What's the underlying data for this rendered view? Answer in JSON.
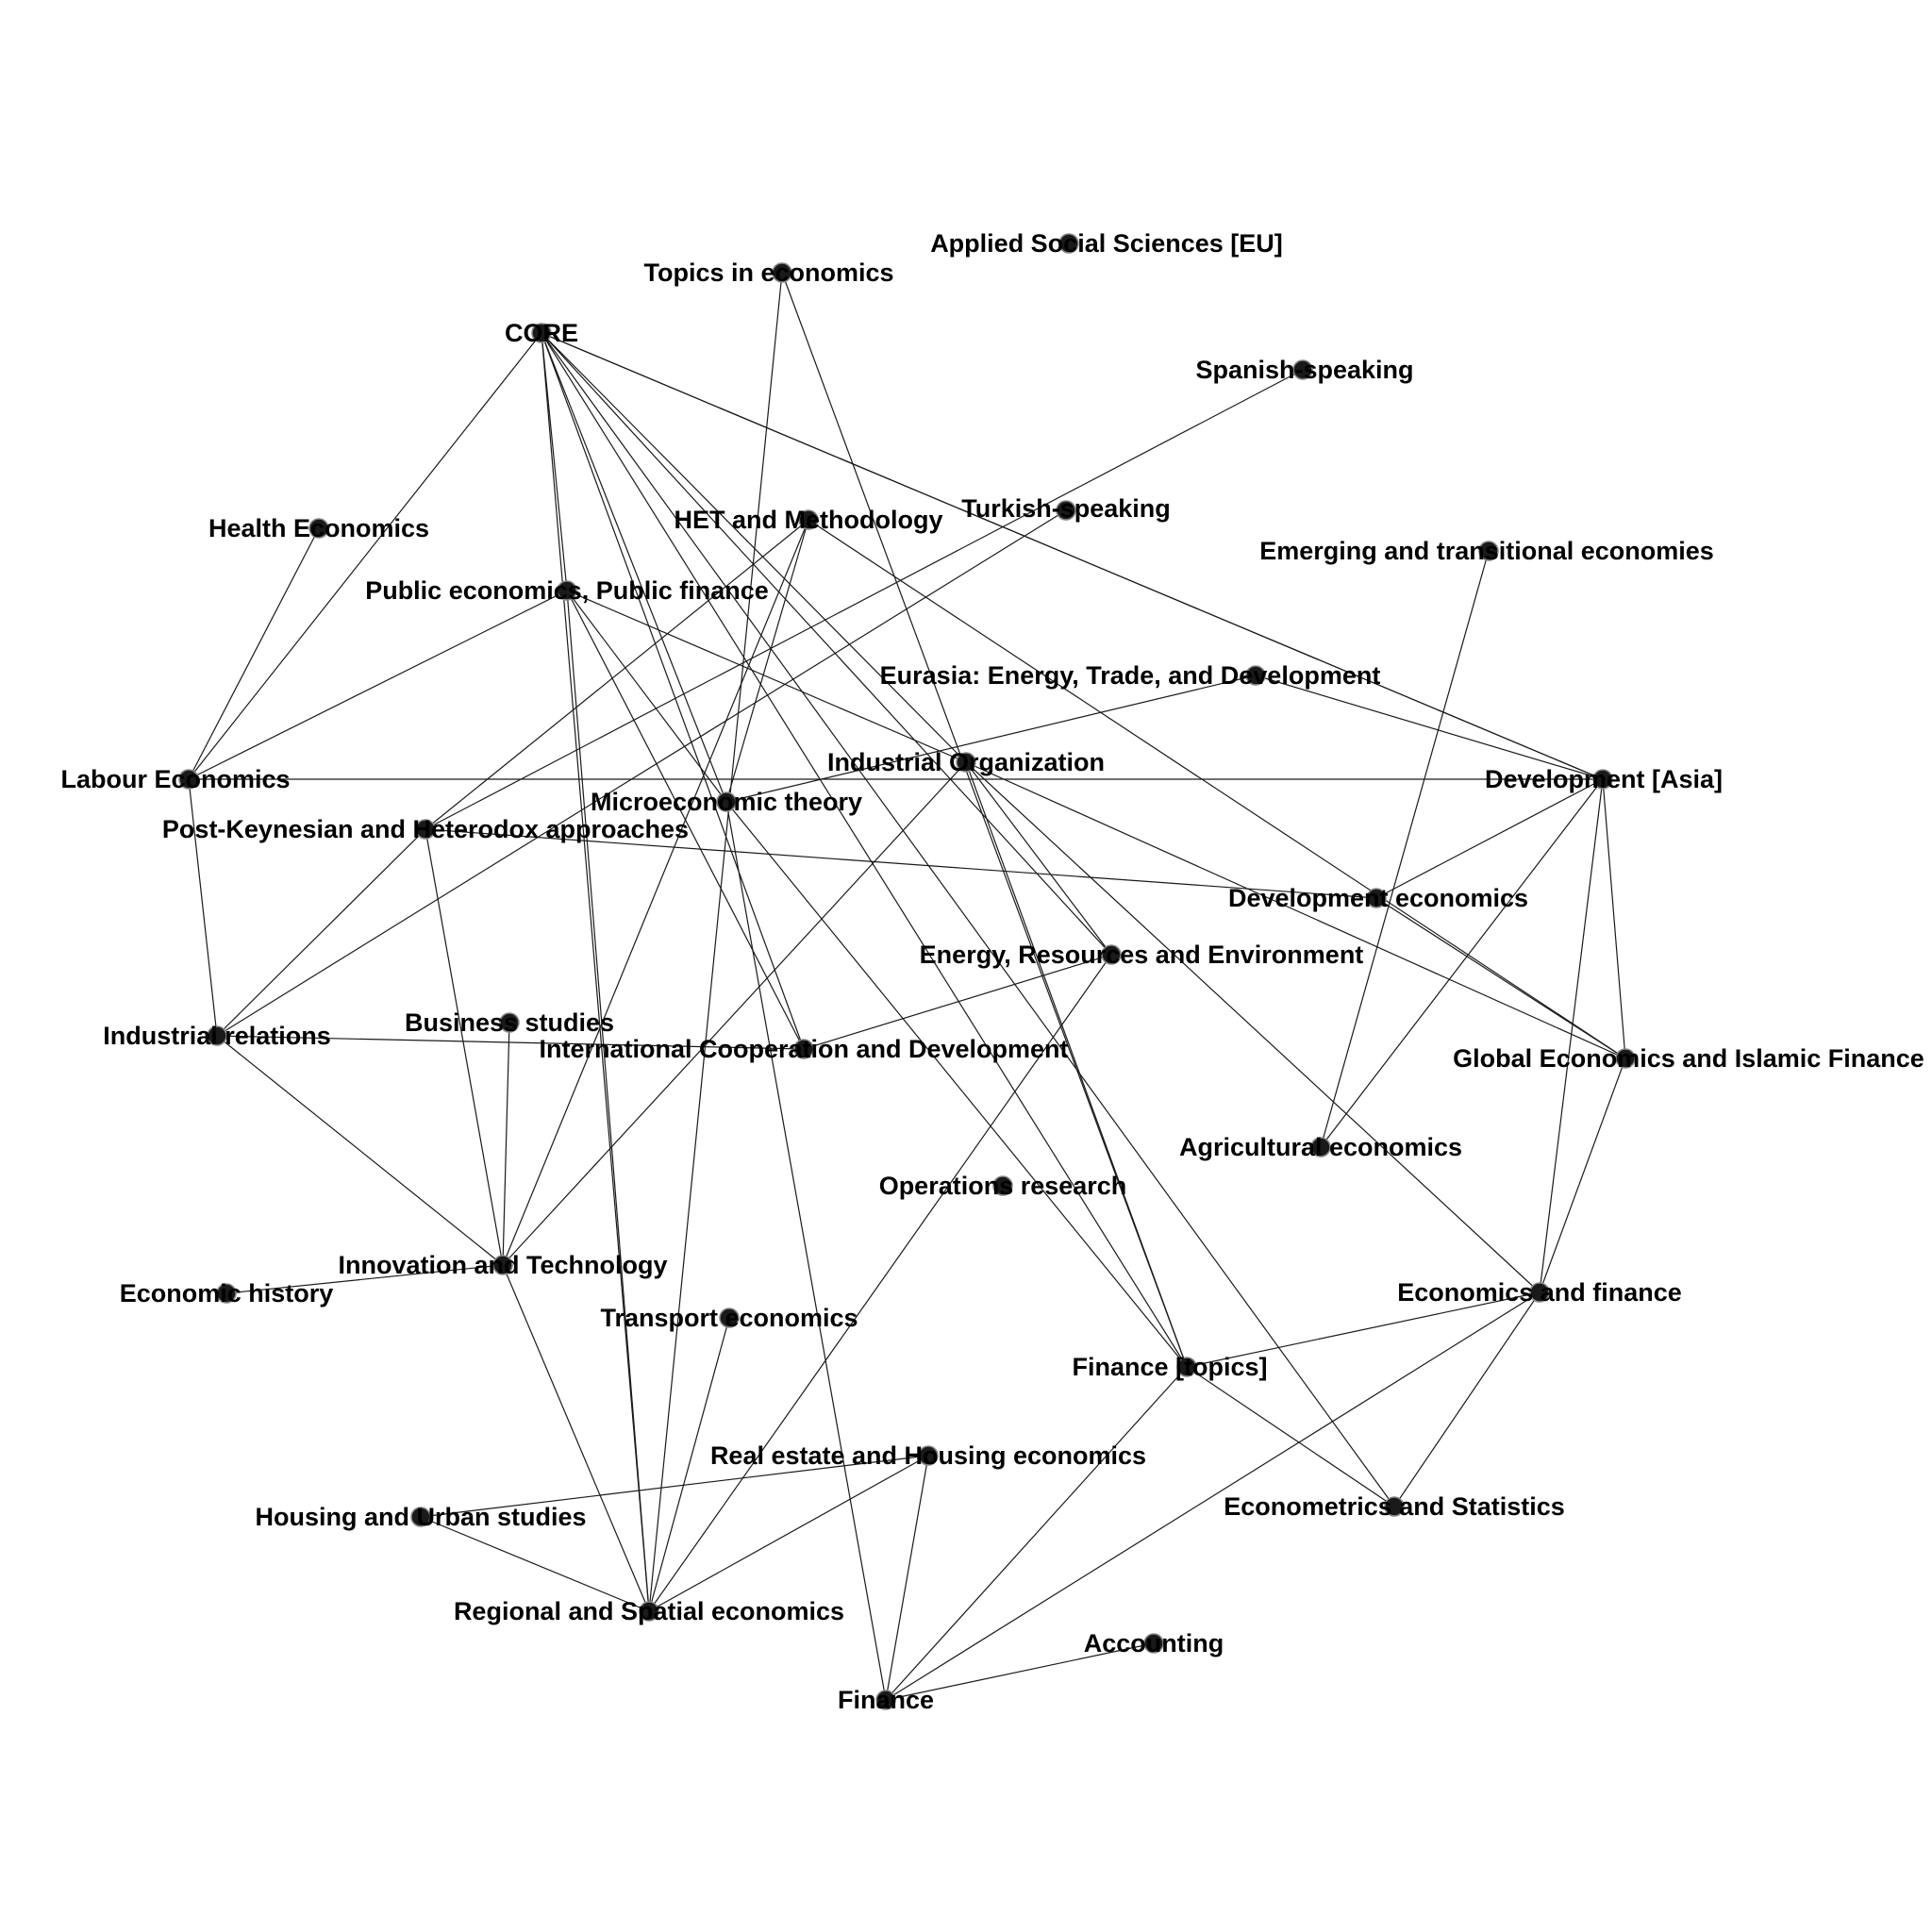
{
  "nodes": [
    {
      "id": "core",
      "label": "CORE"
    },
    {
      "id": "topics",
      "label": "Topics in economics"
    },
    {
      "id": "applied",
      "label": "Applied Social Sciences [EU]"
    },
    {
      "id": "spanish",
      "label": "Spanish-speaking"
    },
    {
      "id": "turkish",
      "label": "Turkish-speaking"
    },
    {
      "id": "emerging",
      "label": "Emerging and transitional economies"
    },
    {
      "id": "health",
      "label": "Health Economics"
    },
    {
      "id": "het",
      "label": "HET and Methodology"
    },
    {
      "id": "public",
      "label": "Public economics, Public finance"
    },
    {
      "id": "eurasia",
      "label": "Eurasia: Energy, Trade, and Development"
    },
    {
      "id": "labour",
      "label": "Labour Economics"
    },
    {
      "id": "indorg",
      "label": "Industrial Organization"
    },
    {
      "id": "micro",
      "label": "Microeconomic theory"
    },
    {
      "id": "devasia",
      "label": "Development [Asia]"
    },
    {
      "id": "postk",
      "label": "Post-Keynesian and Heterodox approaches"
    },
    {
      "id": "deveco",
      "label": "Development economics"
    },
    {
      "id": "energy",
      "label": "Energy, Resources and Environment"
    },
    {
      "id": "indrel",
      "label": "Industrial relations"
    },
    {
      "id": "business",
      "label": "Business studies"
    },
    {
      "id": "intcoop",
      "label": "International Cooperation and Development"
    },
    {
      "id": "global",
      "label": "Global Economics and Islamic Finance"
    },
    {
      "id": "agri",
      "label": "Agricultural economics"
    },
    {
      "id": "opres",
      "label": "Operations research"
    },
    {
      "id": "innov",
      "label": "Innovation and Technology"
    },
    {
      "id": "econhist",
      "label": "Economic history"
    },
    {
      "id": "econfin",
      "label": "Economics and finance"
    },
    {
      "id": "transport",
      "label": "Transport economics"
    },
    {
      "id": "fintopics",
      "label": "Finance [topics]"
    },
    {
      "id": "realestate",
      "label": "Real estate and Housing economics"
    },
    {
      "id": "housing",
      "label": "Housing and Urban studies"
    },
    {
      "id": "econometrics",
      "label": "Econometrics and Statistics"
    },
    {
      "id": "regional",
      "label": "Regional and Spatial economics"
    },
    {
      "id": "accounting",
      "label": "Accounting"
    },
    {
      "id": "finance",
      "label": "Finance"
    }
  ],
  "edges": [
    [
      "core",
      "labour"
    ],
    [
      "core",
      "public"
    ],
    [
      "core",
      "micro"
    ],
    [
      "core",
      "indorg"
    ],
    [
      "core",
      "energy"
    ],
    [
      "core",
      "devasia"
    ],
    [
      "core",
      "intcoop"
    ],
    [
      "core",
      "regional"
    ],
    [
      "core",
      "econometrics"
    ],
    [
      "core",
      "fintopics"
    ],
    [
      "topics",
      "regional"
    ],
    [
      "topics",
      "fintopics"
    ],
    [
      "spanish",
      "postk"
    ],
    [
      "turkish",
      "indrel"
    ],
    [
      "emerging",
      "agri"
    ],
    [
      "devasia",
      "agri"
    ],
    [
      "health",
      "labour"
    ],
    [
      "het",
      "micro"
    ],
    [
      "het",
      "innov"
    ],
    [
      "het",
      "global"
    ],
    [
      "het",
      "postk"
    ],
    [
      "public",
      "labour"
    ],
    [
      "public",
      "micro"
    ],
    [
      "public",
      "intcoop"
    ],
    [
      "public",
      "regional"
    ],
    [
      "public",
      "indorg"
    ],
    [
      "eurasia",
      "micro"
    ],
    [
      "eurasia",
      "devasia"
    ],
    [
      "labour",
      "devasia"
    ],
    [
      "labour",
      "indrel"
    ],
    [
      "indorg",
      "innov"
    ],
    [
      "indorg",
      "energy"
    ],
    [
      "indorg",
      "fintopics"
    ],
    [
      "indorg",
      "econfin"
    ],
    [
      "indorg",
      "global"
    ],
    [
      "micro",
      "finance"
    ],
    [
      "micro",
      "fintopics"
    ],
    [
      "devasia",
      "deveco"
    ],
    [
      "devasia",
      "econfin"
    ],
    [
      "devasia",
      "global"
    ],
    [
      "devasia",
      "core"
    ],
    [
      "postk",
      "deveco"
    ],
    [
      "postk",
      "innov"
    ],
    [
      "postk",
      "indrel"
    ],
    [
      "deveco",
      "global"
    ],
    [
      "energy",
      "intcoop"
    ],
    [
      "energy",
      "regional"
    ],
    [
      "indrel",
      "intcoop"
    ],
    [
      "indrel",
      "innov"
    ],
    [
      "business",
      "innov"
    ],
    [
      "global",
      "econfin"
    ],
    [
      "innov",
      "econhist"
    ],
    [
      "innov",
      "regional"
    ],
    [
      "econfin",
      "fintopics"
    ],
    [
      "econfin",
      "econometrics"
    ],
    [
      "econfin",
      "finance"
    ],
    [
      "transport",
      "regional"
    ],
    [
      "fintopics",
      "econometrics"
    ],
    [
      "fintopics",
      "finance"
    ],
    [
      "realestate",
      "housing"
    ],
    [
      "realestate",
      "regional"
    ],
    [
      "realestate",
      "finance"
    ],
    [
      "housing",
      "regional"
    ],
    [
      "accounting",
      "finance"
    ]
  ]
}
